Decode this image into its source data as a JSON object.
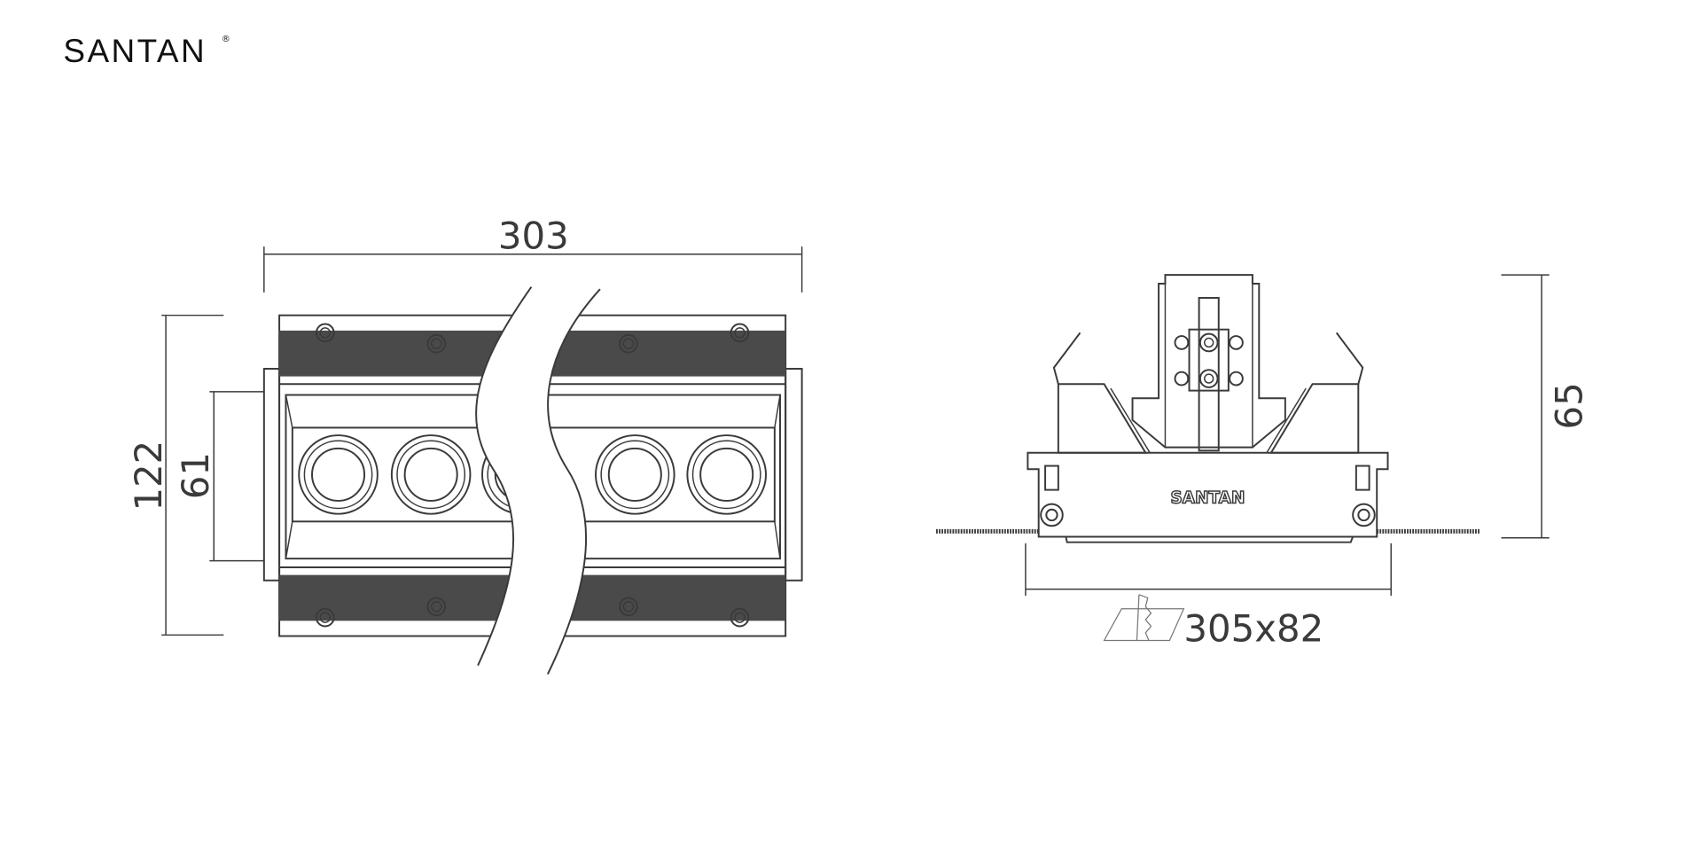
{
  "brand": {
    "logo_text": "SANTAN",
    "registered_mark": "®",
    "housing_label": "SANTAN"
  },
  "front_view": {
    "width_label": "303",
    "height_label": "122",
    "inner_height_label": "61",
    "lens_count": 5
  },
  "side_view": {
    "depth_label": "65",
    "cutout_label": "305x82",
    "cutout_icon": "saw-cutout-icon"
  },
  "colors": {
    "line": "#3a3a3a",
    "band": "#4a4a4a"
  }
}
